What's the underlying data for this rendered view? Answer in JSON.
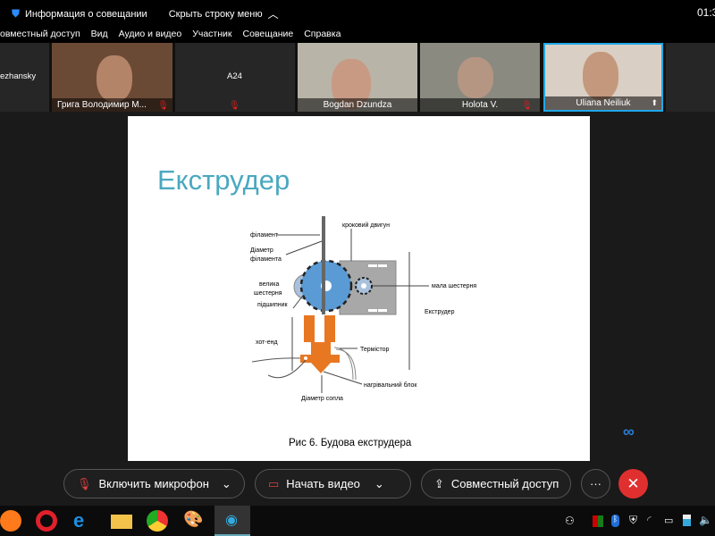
{
  "topbar": {
    "meeting_info": "Информация о совещании",
    "hide_menu": "Скрыть строку меню",
    "clock": "01:3"
  },
  "menu": [
    "овместный доступ",
    "Вид",
    "Аудио и видео",
    "Участник",
    "Совещание",
    "Справка"
  ],
  "participants": [
    {
      "name": "ezhansky",
      "video": false
    },
    {
      "name": "Грига Володимир М...",
      "video": true,
      "muted": true
    },
    {
      "name": "A24",
      "video": false,
      "muted": true
    },
    {
      "name": "Bogdan Dzundza",
      "video": true
    },
    {
      "name": "Holota V.",
      "video": true,
      "muted": true
    },
    {
      "name": "Uliana Neiliuk",
      "video": true,
      "active": true
    }
  ],
  "slide": {
    "title": "Екструдер",
    "caption": "Рис 6. Будова екструдера",
    "labels": {
      "filament": "філамент",
      "filament_diameter_1": "Діаметр",
      "filament_diameter_2": "філамента",
      "stepper": "кроковий двигун",
      "big_gear_1": "велика",
      "big_gear_2": "шестерня",
      "bearing": "підшипник",
      "small_gear": "мала шестерня",
      "extruder": "Екструдер",
      "hotend": "хот-енд",
      "thermistor": "Термістор",
      "heater_block": "нагрівальний блок",
      "nozzle_diameter": "Діаметр сопла"
    }
  },
  "controls": {
    "mic": "Включить микрофон",
    "video": "Начать видео",
    "share": "Совместный доступ",
    "more": "···"
  },
  "colors": {
    "accent": "#00a0e0",
    "end_call": "#e02f2f",
    "gear": "#5b9bd5",
    "hotend": "#e87722"
  }
}
